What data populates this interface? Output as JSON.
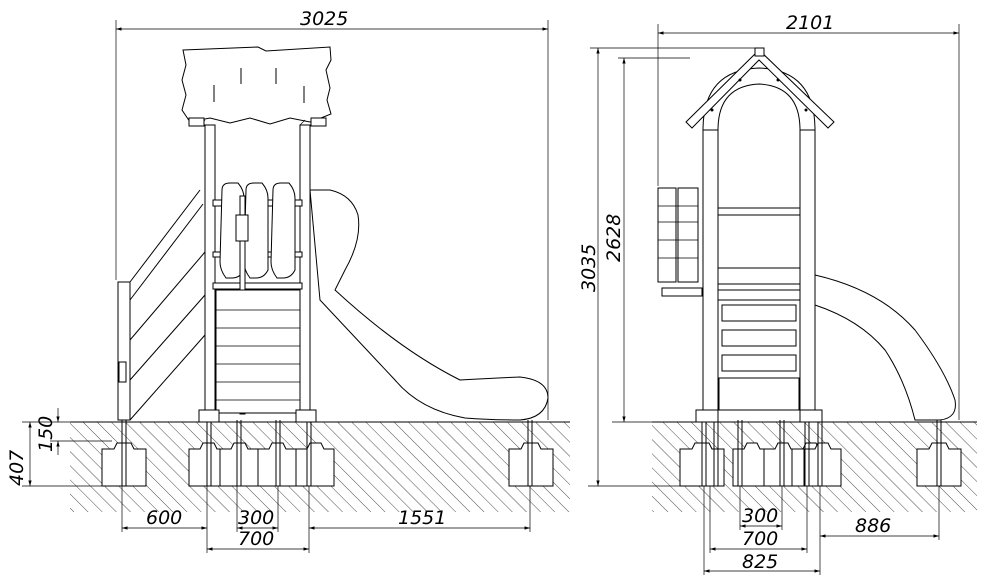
{
  "side_view": {
    "dims": {
      "total_width": "3025",
      "left_offset": "600",
      "inner_spacing": "300",
      "post_spacing": "700",
      "slide_offset": "1551",
      "foundation_depth": "407",
      "foundation_top": "150"
    }
  },
  "front_view": {
    "dims": {
      "total_width": "2101",
      "total_height": "3035",
      "roof_height": "2628",
      "inner_spacing": "300",
      "post_spacing": "700",
      "base_width": "825",
      "slide_offset": "886"
    }
  },
  "colors": {
    "line": "#000000",
    "background": "#ffffff",
    "hatch": "#000000"
  }
}
